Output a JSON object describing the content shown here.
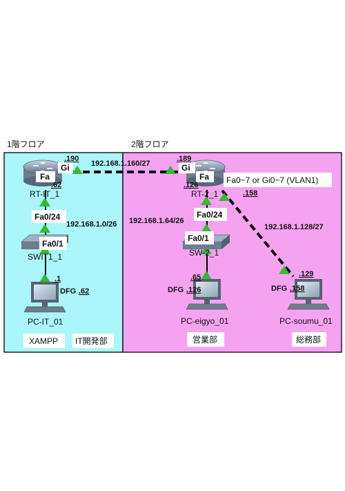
{
  "floors": {
    "first": {
      "label": "1階フロア",
      "color": "#aaf6fa"
    },
    "second": {
      "label": "2階フロア",
      "color": "#f5a3f0"
    }
  },
  "links": {
    "rt1_rt2": {
      "network": "192.168.1.160/27",
      "rt1_port": "Gi",
      "rt1_ip": ".190",
      "rt2_port": "Gi",
      "rt2_ip": ".189"
    },
    "rt1_sw1": {
      "network": "192.168.1.0/26",
      "rt1_port": "Fa",
      "rt1_ip": ".62",
      "sw_port": "Fa0/24"
    },
    "sw1_pc": {
      "sw_port": "Fa0/1",
      "pc_ip": ".1",
      "pc_dfg_prefix": "DFG",
      "pc_dfg": ".62"
    },
    "rt2_sw2": {
      "network": "192.168.1.64/26",
      "rt2_port": "Fa",
      "rt2_ip": ".126",
      "sw_port": "Fa0/24"
    },
    "sw2_pc": {
      "sw_port": "Fa0/1",
      "pc_ip": ".65",
      "pc_dfg_prefix": "DFG",
      "pc_dfg": ".126"
    },
    "rt2_pc_soumu": {
      "network": "192.168.1.128/27",
      "rt2_note": "Fa0~7 or Gi0~7 (VLAN1)",
      "rt2_ip": ".158",
      "pc_ip": ".129",
      "pc_dfg_prefix": "DFG",
      "pc_dfg": ".158"
    }
  },
  "devices": {
    "rt1": {
      "name": "RT-IT_1",
      "icon": "router-icon"
    },
    "sw1": {
      "name": "SWIT1_1",
      "icon": "switch-icon"
    },
    "pc_it": {
      "name": "PC-IT_01",
      "icon": "pc-icon"
    },
    "rt2": {
      "name": "RT-2_1",
      "icon": "router-icon"
    },
    "sw2": {
      "name": "SW-2_1",
      "icon": "switch-icon"
    },
    "pc_eigyo": {
      "name": "PC-eigyo_01",
      "icon": "pc-icon"
    },
    "pc_soumu": {
      "name": "PC-soumu_01",
      "icon": "pc-icon"
    }
  },
  "tags": {
    "xampp": "XAMPP",
    "it_dept": "IT開発部",
    "eigyo_dept": "営業部",
    "soumu_dept": "総務部"
  },
  "colors": {
    "link_status": "#33bb33",
    "cable": "#000000"
  }
}
